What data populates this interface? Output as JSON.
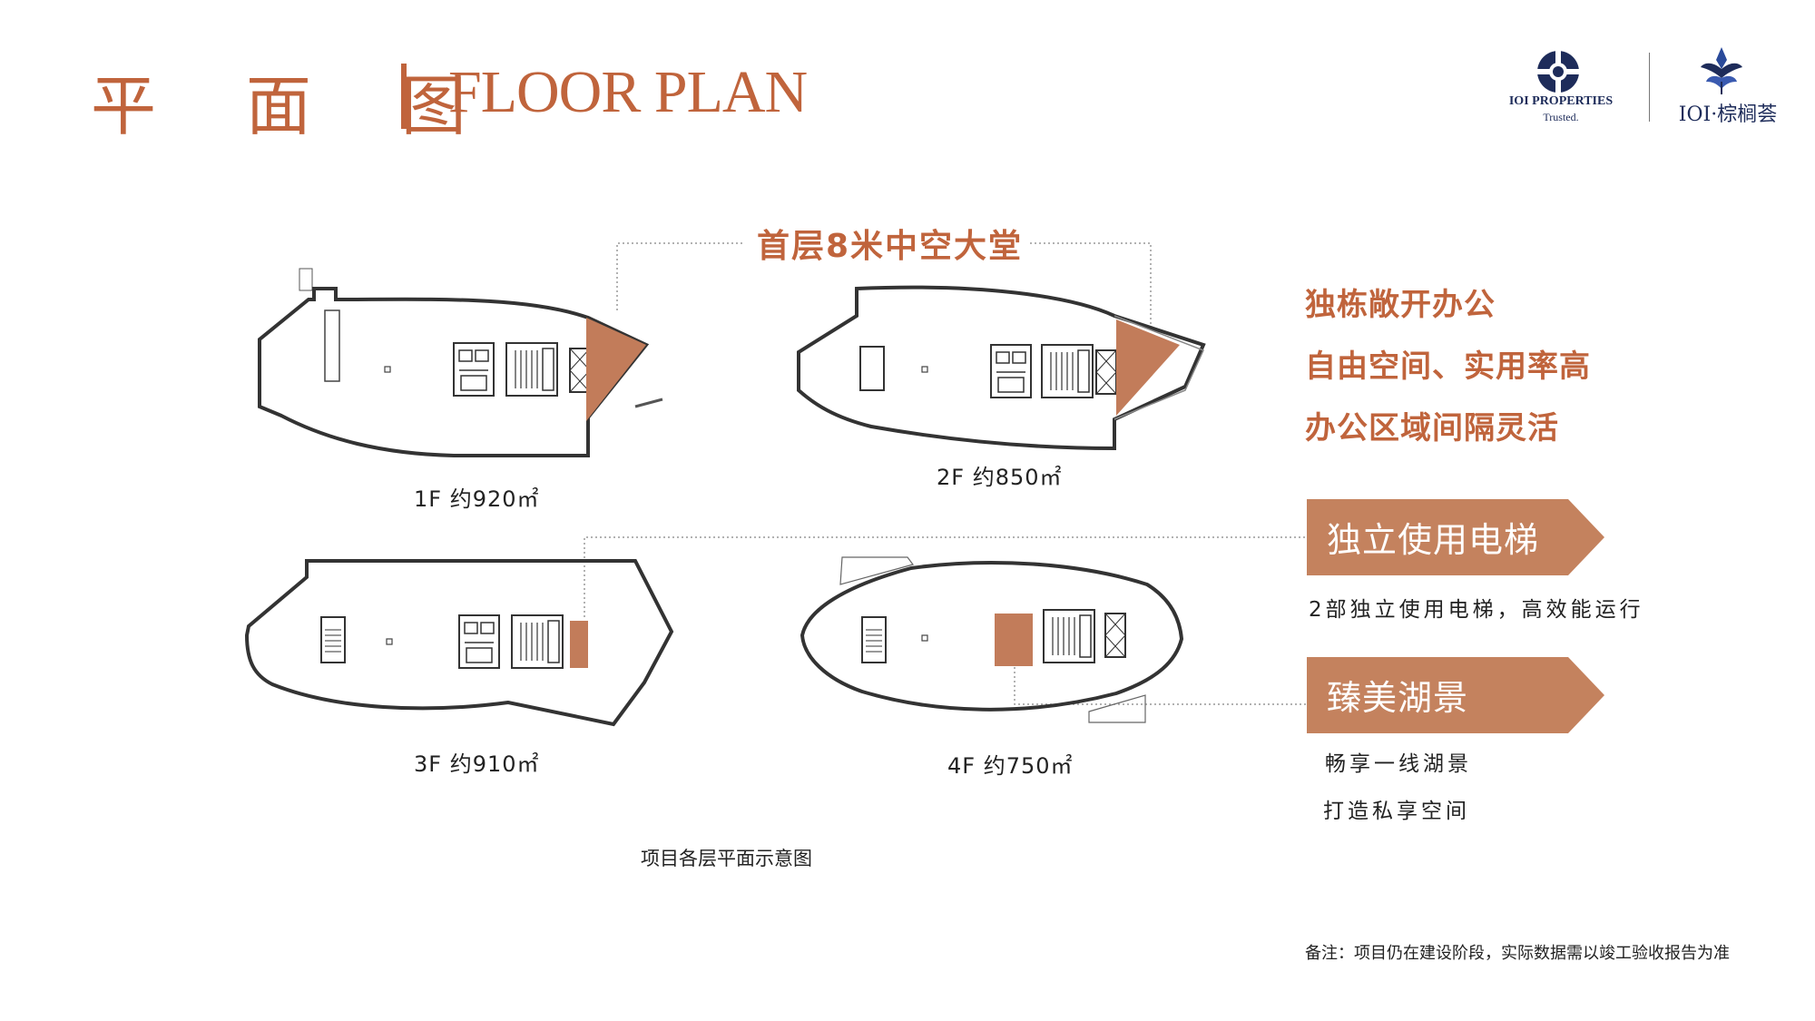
{
  "header": {
    "title_cn": "平 面 图",
    "title_en": "FLOOR PLAN"
  },
  "logos": {
    "ioi_name": "IOI PROPERTIES",
    "ioi_tagline": "Trusted.",
    "brand_name": "IOI·棕榈荟",
    "brand_color": "#1e2c5a"
  },
  "accent_color": "#c0643c",
  "plans": {
    "callout_lobby": "首层8米中空大堂",
    "floors": [
      {
        "label": "1F 约920㎡"
      },
      {
        "label": "2F 约850㎡"
      },
      {
        "label": "3F 约910㎡"
      },
      {
        "label": "4F 约750㎡"
      }
    ],
    "caption": "项目各层平面示意图"
  },
  "features": [
    "独栋敞开办公",
    "自由空间、实用率高",
    "办公区域间隔灵活"
  ],
  "banners": [
    {
      "title": "独立使用电梯",
      "lines": [
        "2部独立使用电梯，高效能运行"
      ]
    },
    {
      "title": "臻美湖景",
      "lines": [
        "畅享一线湖景",
        "打造私享空间"
      ]
    }
  ],
  "footnote": "备注：项目仍在建设阶段，实际数据需以竣工验收报告为准"
}
